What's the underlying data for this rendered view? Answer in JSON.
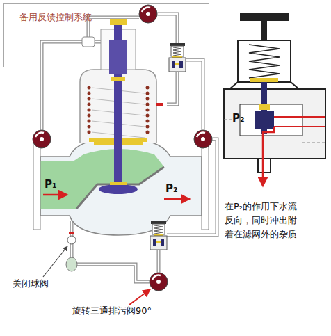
{
  "diagram": {
    "nodes": [
      {
        "text": [
          "备用反馈控制系统"
        ]
      }
    ],
    "labels": [
      "P₁",
      "P₂",
      "P₂",
      "在P₂的作用下水流反向，同时冲出附着在滤网外的杂质",
      "关闭球阀",
      "旋转三通排污阀90°"
    ]
  }
}
